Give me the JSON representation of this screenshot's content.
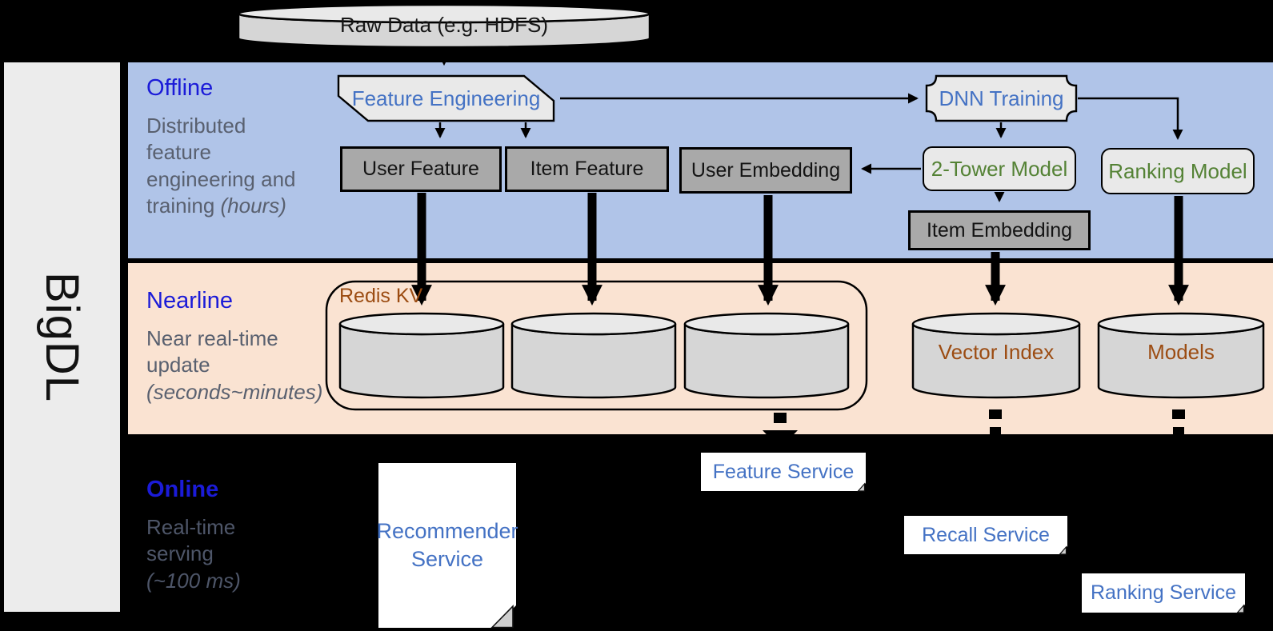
{
  "colors": {
    "bg": "#000000",
    "bar": "#ececec",
    "offline_band": "#b0c4e8",
    "nearline_band": "#fae3d2",
    "dark_box": "#a9a9a9",
    "light_box": "#e9e9e9",
    "white_box": "#ffffff",
    "cylinder": "#d6d6d6",
    "cylinder_top": "#e9e9e9",
    "stroke": "#000000",
    "blue_text": "#4472c4",
    "green_text": "#548235",
    "brown_text": "#9c4c12",
    "band_label": "#1b1bd8",
    "band_sub": "#59606f",
    "band_sub_online": "#4e5669",
    "box_text": "#141414"
  },
  "sidebar": {
    "brand": "BigDL"
  },
  "source": {
    "raw_data": "Raw Data (e.g. HDFS)"
  },
  "bands": {
    "offline": {
      "label": "Offline",
      "sub": "Distributed\nfeature\nengineering and",
      "sub_tail": "training ",
      "sub_italic": "(hours)"
    },
    "nearline": {
      "label": "Nearline",
      "sub": "Near real-time\nupdate",
      "sub_italic": "(seconds~minutes)"
    },
    "online": {
      "label": "Online",
      "sub": "Real-time\nserving",
      "sub_italic": "(~100 ms)"
    }
  },
  "offline_nodes": {
    "feature_engineering": "Feature Engineering",
    "dnn_training": "DNN Training",
    "user_feature": "User Feature",
    "item_feature": "Item Feature",
    "user_embedding": "User Embedding",
    "two_tower_model": "2-Tower Model",
    "ranking_model": "Ranking Model",
    "item_embedding": "Item Embedding"
  },
  "nearline_nodes": {
    "redis_kv": "Redis KV",
    "vector_index": "Vector Index",
    "models": "Models"
  },
  "online_nodes": {
    "recommender_service": "Recommender Service",
    "feature_service": "Feature Service",
    "recall_service": "Recall Service",
    "ranking_service": "Ranking Service"
  }
}
